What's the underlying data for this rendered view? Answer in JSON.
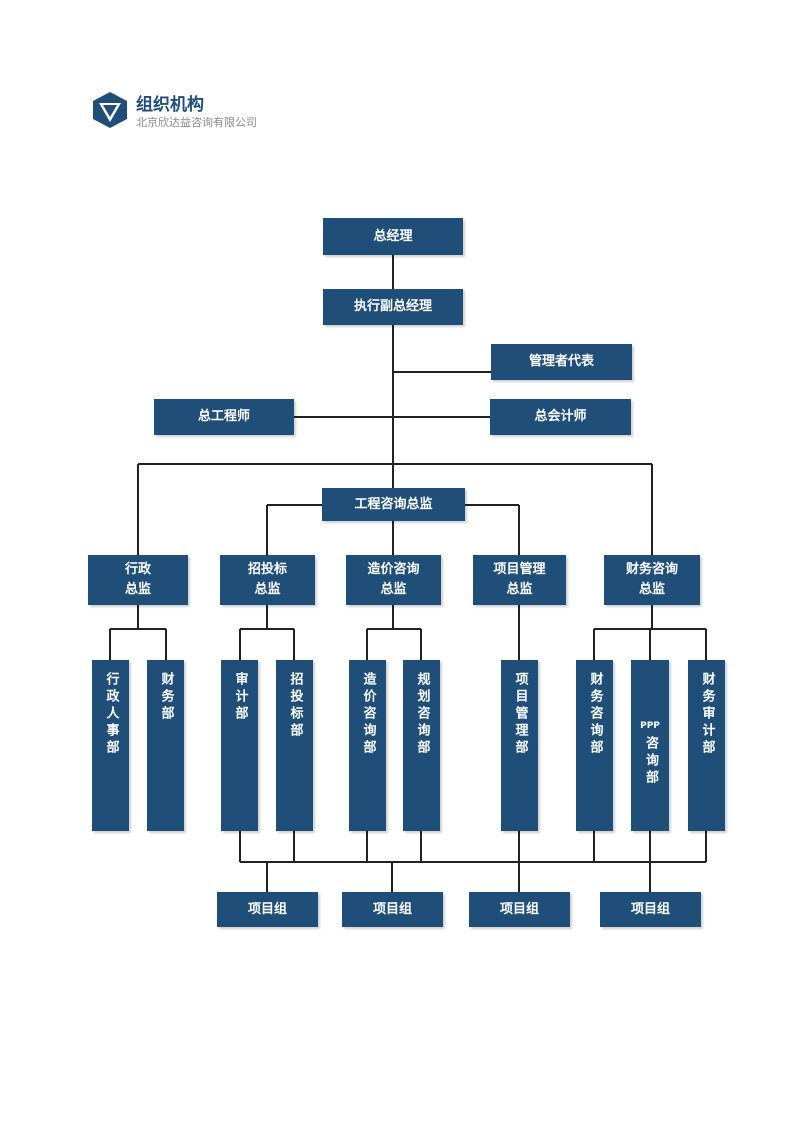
{
  "header": {
    "title": "组织机构",
    "subtitle": "北京欣达益咨询有限公司",
    "logo_icon": "cube-logo-icon"
  },
  "colors": {
    "box": "#1f4e79",
    "line": "#222222",
    "title": "#1f4e79",
    "subtitle": "#8a8a8a"
  },
  "org": {
    "ceo": "总经理",
    "executive_vp": "执行副总经理",
    "management_rep": "管理者代表",
    "chief_engineer": "总工程师",
    "chief_accountant": "总会计师",
    "engineering_director": "工程咨询总监",
    "admin_director": [
      "行政",
      "总监"
    ],
    "bidding_director": [
      "招投标",
      "总监"
    ],
    "costing_director": [
      "造价咨询",
      "总监"
    ],
    "pm_director": [
      "项目管理",
      "总监"
    ],
    "finance_director": [
      "财务咨询",
      "总监"
    ],
    "departments": {
      "admin_hr": "行政人事部",
      "finance": "财务部",
      "audit": "审计部",
      "bidding": "招投标部",
      "costing": "造价咨询部",
      "planning": "规划咨询部",
      "pm": "项目管理部",
      "finance_consult": "财务咨询部",
      "ppp_prefix": "PPP",
      "ppp_rest": "咨询部",
      "finance_audit": "财务审计部"
    },
    "project_groups": [
      "项目组",
      "项目组",
      "项目组",
      "项目组"
    ]
  }
}
